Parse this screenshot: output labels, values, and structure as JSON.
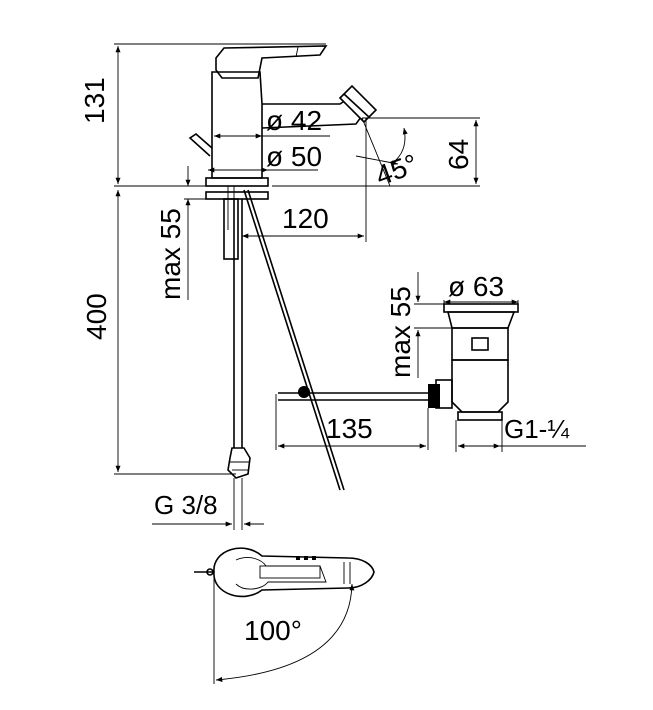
{
  "labels": {
    "height_131": "131",
    "diameter_42": "ø 42",
    "diameter_50": "ø 50",
    "height_64": "64",
    "angle_45": "45°",
    "length_120": "120",
    "max_55_left": "max 55",
    "height_400": "400",
    "max_55_right": "max 55",
    "diameter_63": "ø 63",
    "length_135": "135",
    "thread_g1": "G1-¼",
    "thread_g38": "G 3/8",
    "angle_100": "100°"
  }
}
